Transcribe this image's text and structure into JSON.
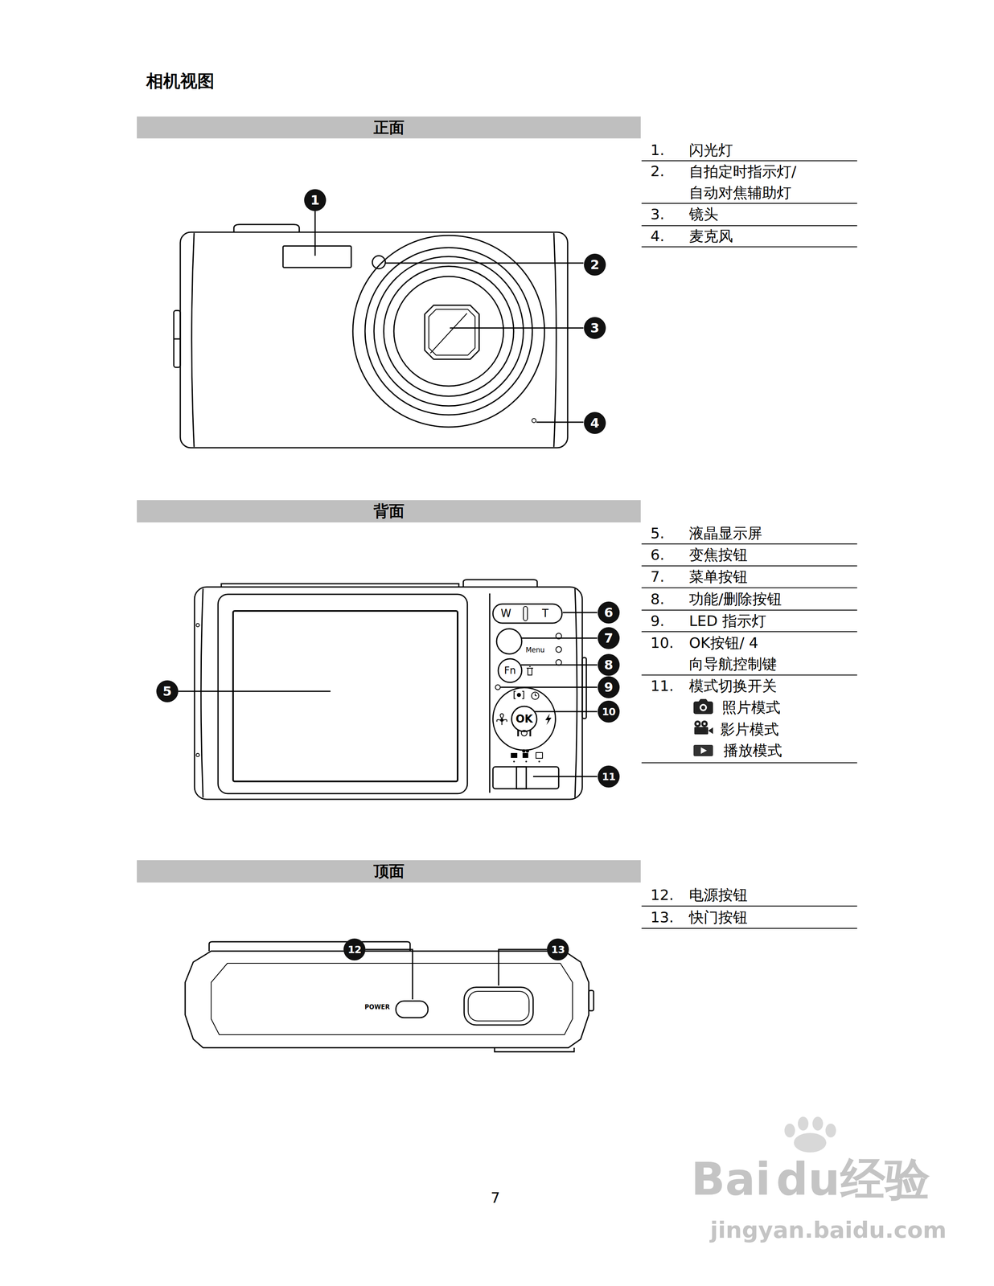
{
  "diagram": {
    "title": "相机视图",
    "nodes": [
      {
        "text": [
          "正面"
        ]
      },
      {
        "text": [
          "背面"
        ]
      },
      {
        "text": [
          "顶面"
        ]
      }
    ],
    "labels": [
      "1.",
      "闪光灯",
      "2.",
      "自拍定时指示灯/ 自动对焦辅助灯",
      "3.",
      "镜头",
      "4.",
      "麦克风",
      "5.",
      "液晶显示屏",
      "6.",
      "变焦按钮",
      "7.",
      "菜单按钮",
      "8.",
      "功能/删除按钮",
      "9.",
      "LED 指示灯",
      "10.",
      "OK按钮/ 4 向导航控制键",
      "11.",
      "模式切换开关",
      "照片模式",
      "影片模式",
      "播放模式",
      "12.",
      "电源按钮",
      "13.",
      "快门按钮",
      "1",
      "2",
      "3",
      "4",
      "5",
      "6",
      "7",
      "8",
      "9",
      "10",
      "11",
      "12",
      "13",
      "W",
      "T",
      "Menu",
      "Fn",
      "OK",
      "POWER",
      "7",
      "Bai",
      "du",
      "经验",
      "jingyan.baidu.com"
    ]
  }
}
